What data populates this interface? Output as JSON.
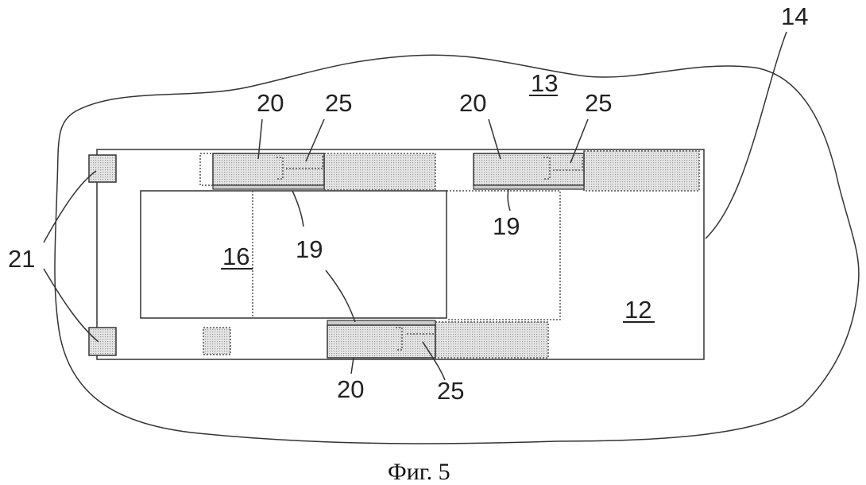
{
  "figure": {
    "caption": "Фиг. 5",
    "labels": {
      "surface": "13",
      "outline": "14",
      "board": "12",
      "component": "16",
      "pads": "21",
      "top_left_20": "20",
      "top_left_25": "25",
      "top_right_20": "20",
      "top_right_25": "25",
      "bottom_20": "20",
      "bottom_25": "25",
      "top_left_19": "19",
      "top_right_19": "19",
      "bottom_19": "19"
    }
  }
}
